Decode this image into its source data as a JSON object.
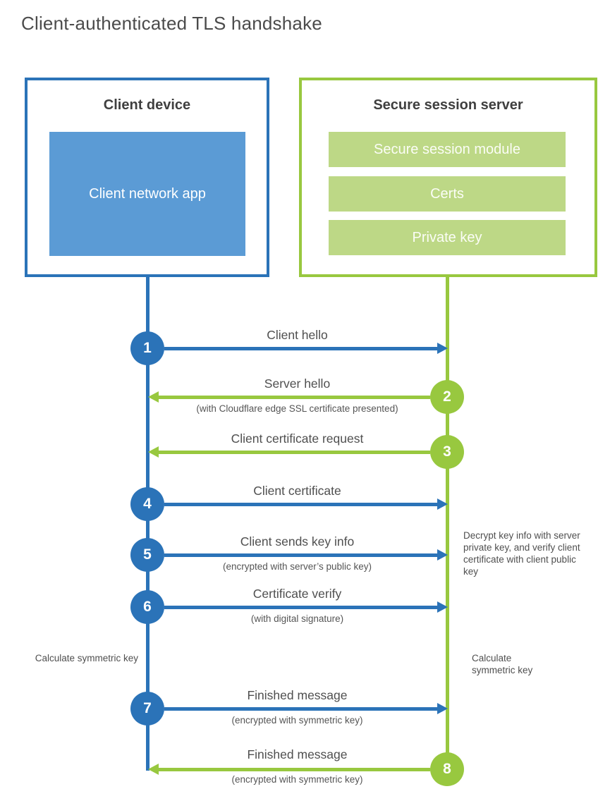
{
  "title": "Client-authenticated TLS handshake",
  "client": {
    "title": "Client device",
    "app_label": "Client network app"
  },
  "server": {
    "title": "Secure session server",
    "modules": [
      "Secure session module",
      "Certs",
      "Private key"
    ]
  },
  "steps": [
    {
      "num": "1",
      "label": "Client hello",
      "sub": "",
      "direction": "client-to-server"
    },
    {
      "num": "2",
      "label": "Server hello",
      "sub": "(with Cloudflare edge SSL certificate presented)",
      "direction": "server-to-client"
    },
    {
      "num": "3",
      "label": "Client certificate request",
      "sub": "",
      "direction": "server-to-client"
    },
    {
      "num": "4",
      "label": "Client certificate",
      "sub": "",
      "direction": "client-to-server"
    },
    {
      "num": "5",
      "label": "Client sends key info",
      "sub": "(encrypted with server’s public key)",
      "direction": "client-to-server"
    },
    {
      "num": "6",
      "label": "Certificate verify",
      "sub": "(with digital signature)",
      "direction": "client-to-server"
    },
    {
      "num": "7",
      "label": "Finished message",
      "sub": "(encrypted with symmetric key)",
      "direction": "client-to-server"
    },
    {
      "num": "8",
      "label": "Finished message",
      "sub": "(encrypted with symmetric key)",
      "direction": "server-to-client"
    }
  ],
  "notes": {
    "decrypt_note": "Decrypt key info with server private key, and verify client certificate with client public key",
    "calc_left": "Calculate symmetric key",
    "calc_right": "Calculate symmetric key"
  },
  "colors": {
    "blue": "#2b73b8",
    "blue_fill": "#5b9bd5",
    "green": "#98c83f",
    "green_fill": "#bdd886",
    "heading_text": "#3f3f3f",
    "label_text": "#4f4f4f"
  }
}
